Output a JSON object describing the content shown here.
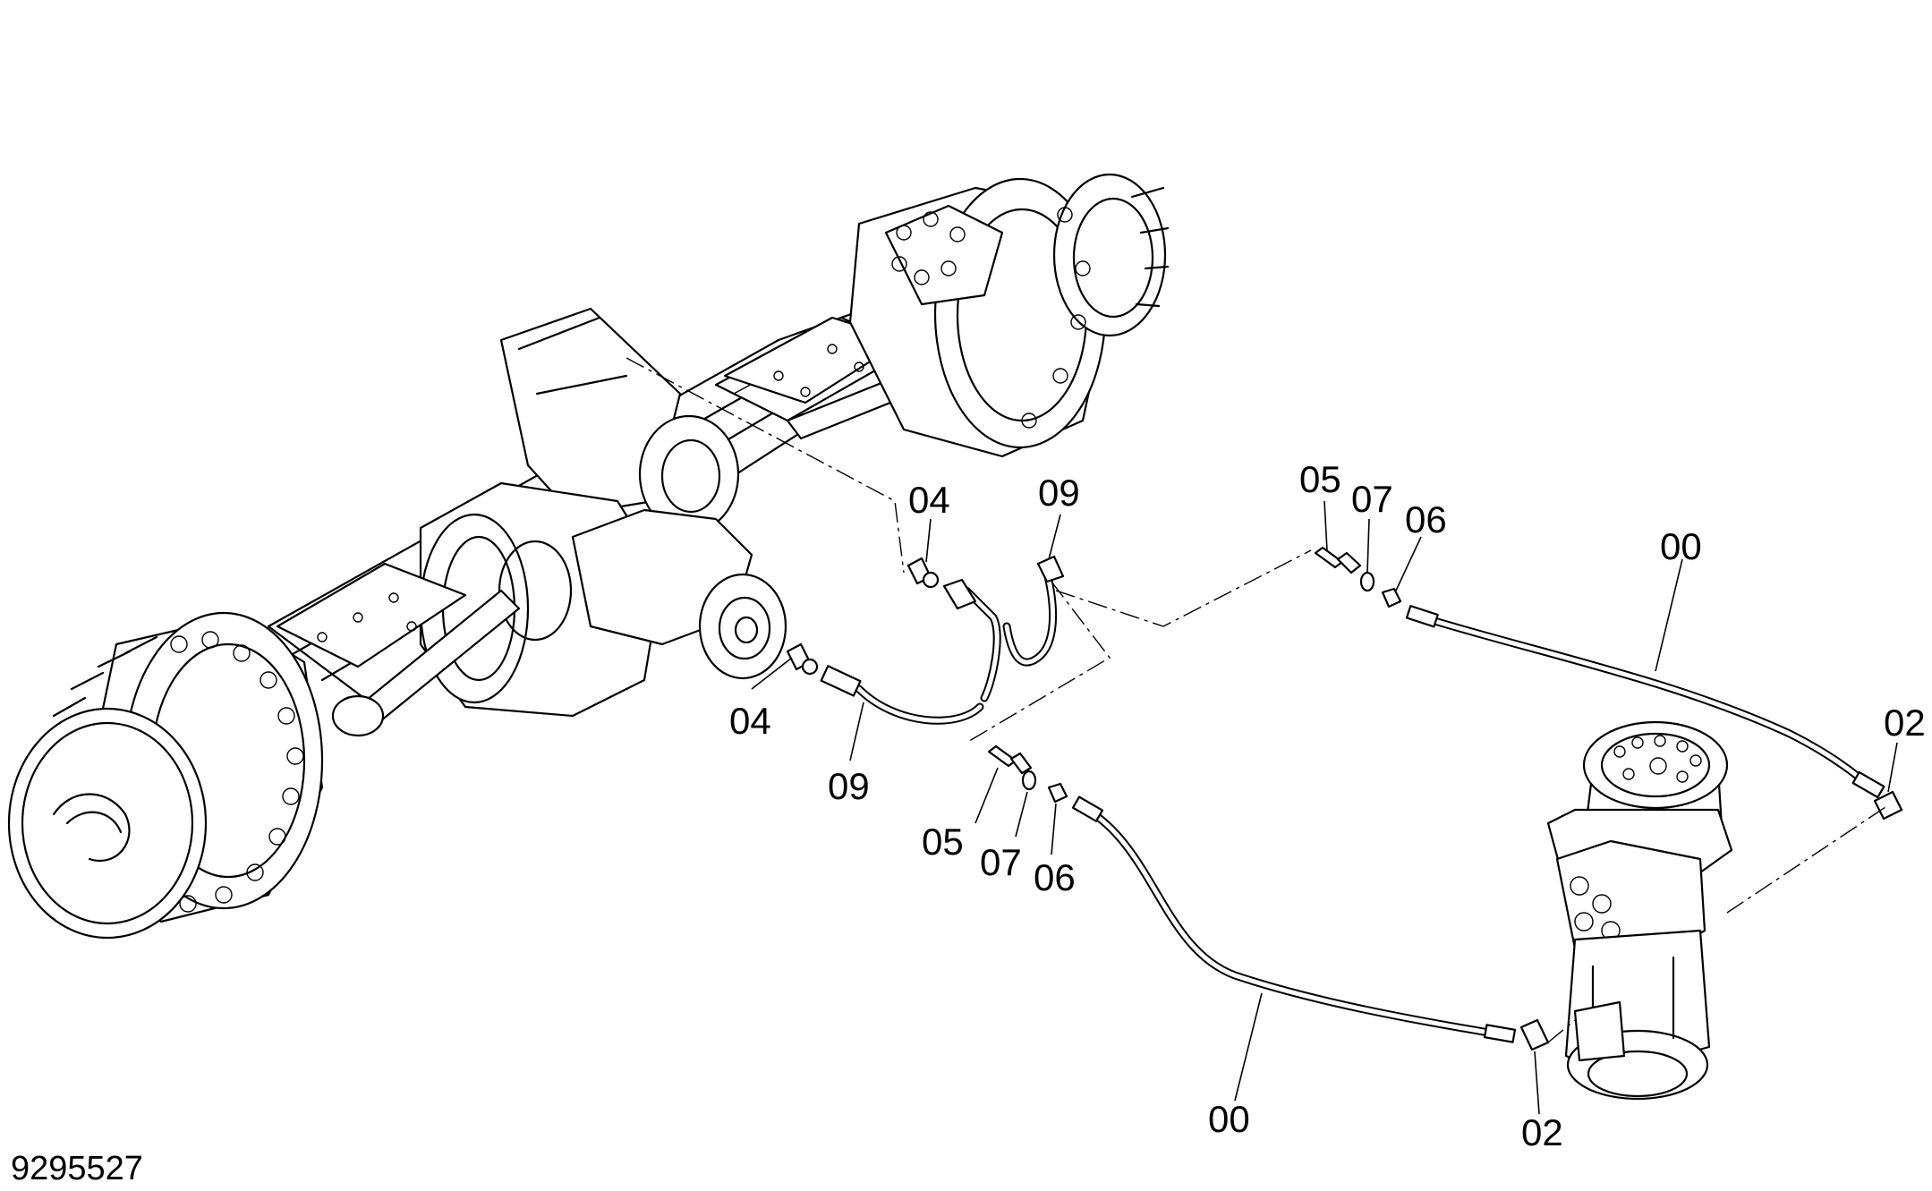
{
  "drawing": {
    "document_number": "9295527",
    "callouts": {
      "c04_upper": "04",
      "c09_upper": "09",
      "c04_lower": "04",
      "c09_lower": "09",
      "c05_upper": "05",
      "c07_upper": "07",
      "c06_upper": "06",
      "c05_lower": "05",
      "c07_lower": "07",
      "c06_lower": "06",
      "c00_upper": "00",
      "c00_lower": "00",
      "c02_right": "02",
      "c02_lower": "02"
    }
  }
}
